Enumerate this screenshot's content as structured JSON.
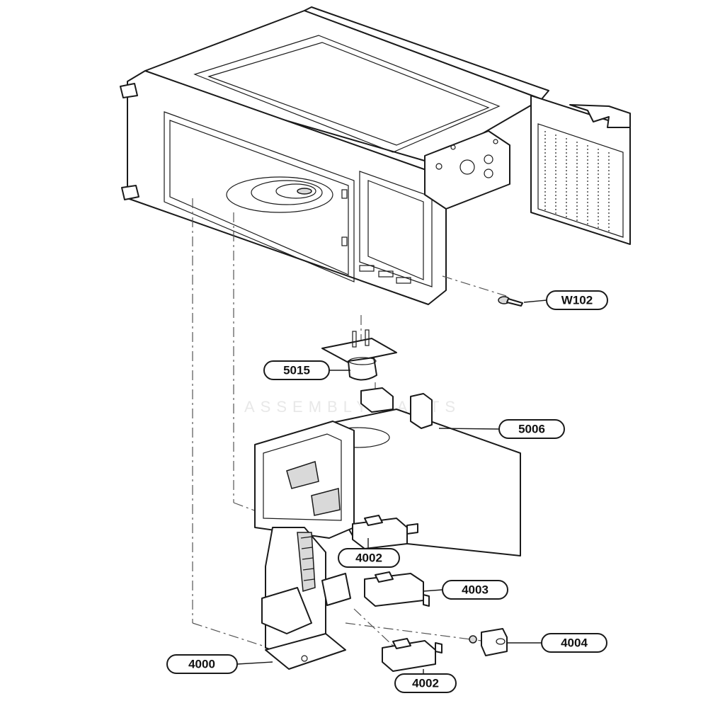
{
  "callouts": [
    {
      "label": "W102"
    },
    {
      "label": "5015"
    },
    {
      "label": "5006"
    },
    {
      "label": "4002"
    },
    {
      "label": "4003"
    },
    {
      "label": "4004"
    },
    {
      "label": "4000"
    },
    {
      "label": "4002"
    }
  ]
}
